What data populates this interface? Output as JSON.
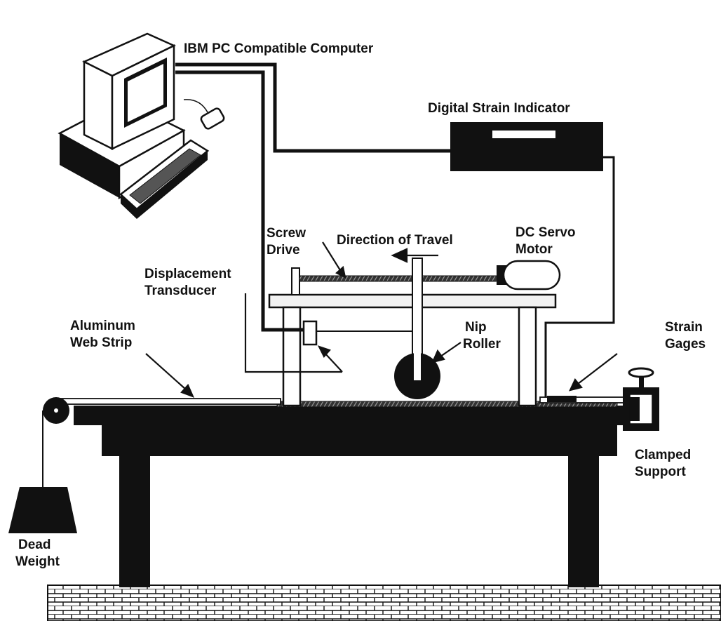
{
  "labels": {
    "computer": "IBM PC Compatible Computer",
    "strain_indicator": "Digital Strain Indicator",
    "screw_drive": [
      "Screw",
      "Drive"
    ],
    "direction_of_travel": "Direction of Travel",
    "servo_motor": [
      "DC Servo",
      "Motor"
    ],
    "displacement_transducer": [
      "Displacement",
      "Transducer"
    ],
    "web_strip": [
      "Aluminum",
      "Web Strip"
    ],
    "nip_roller": [
      "Nip",
      "Roller"
    ],
    "strain_gages": [
      "Strain",
      "Gages"
    ],
    "clamped_support": [
      "Clamped",
      "Support"
    ],
    "dead_weight": [
      "Dead",
      "Weight"
    ]
  },
  "colors": {
    "ink": "#111111",
    "paper": "#ffffff",
    "metal": "#f2f2f2"
  }
}
